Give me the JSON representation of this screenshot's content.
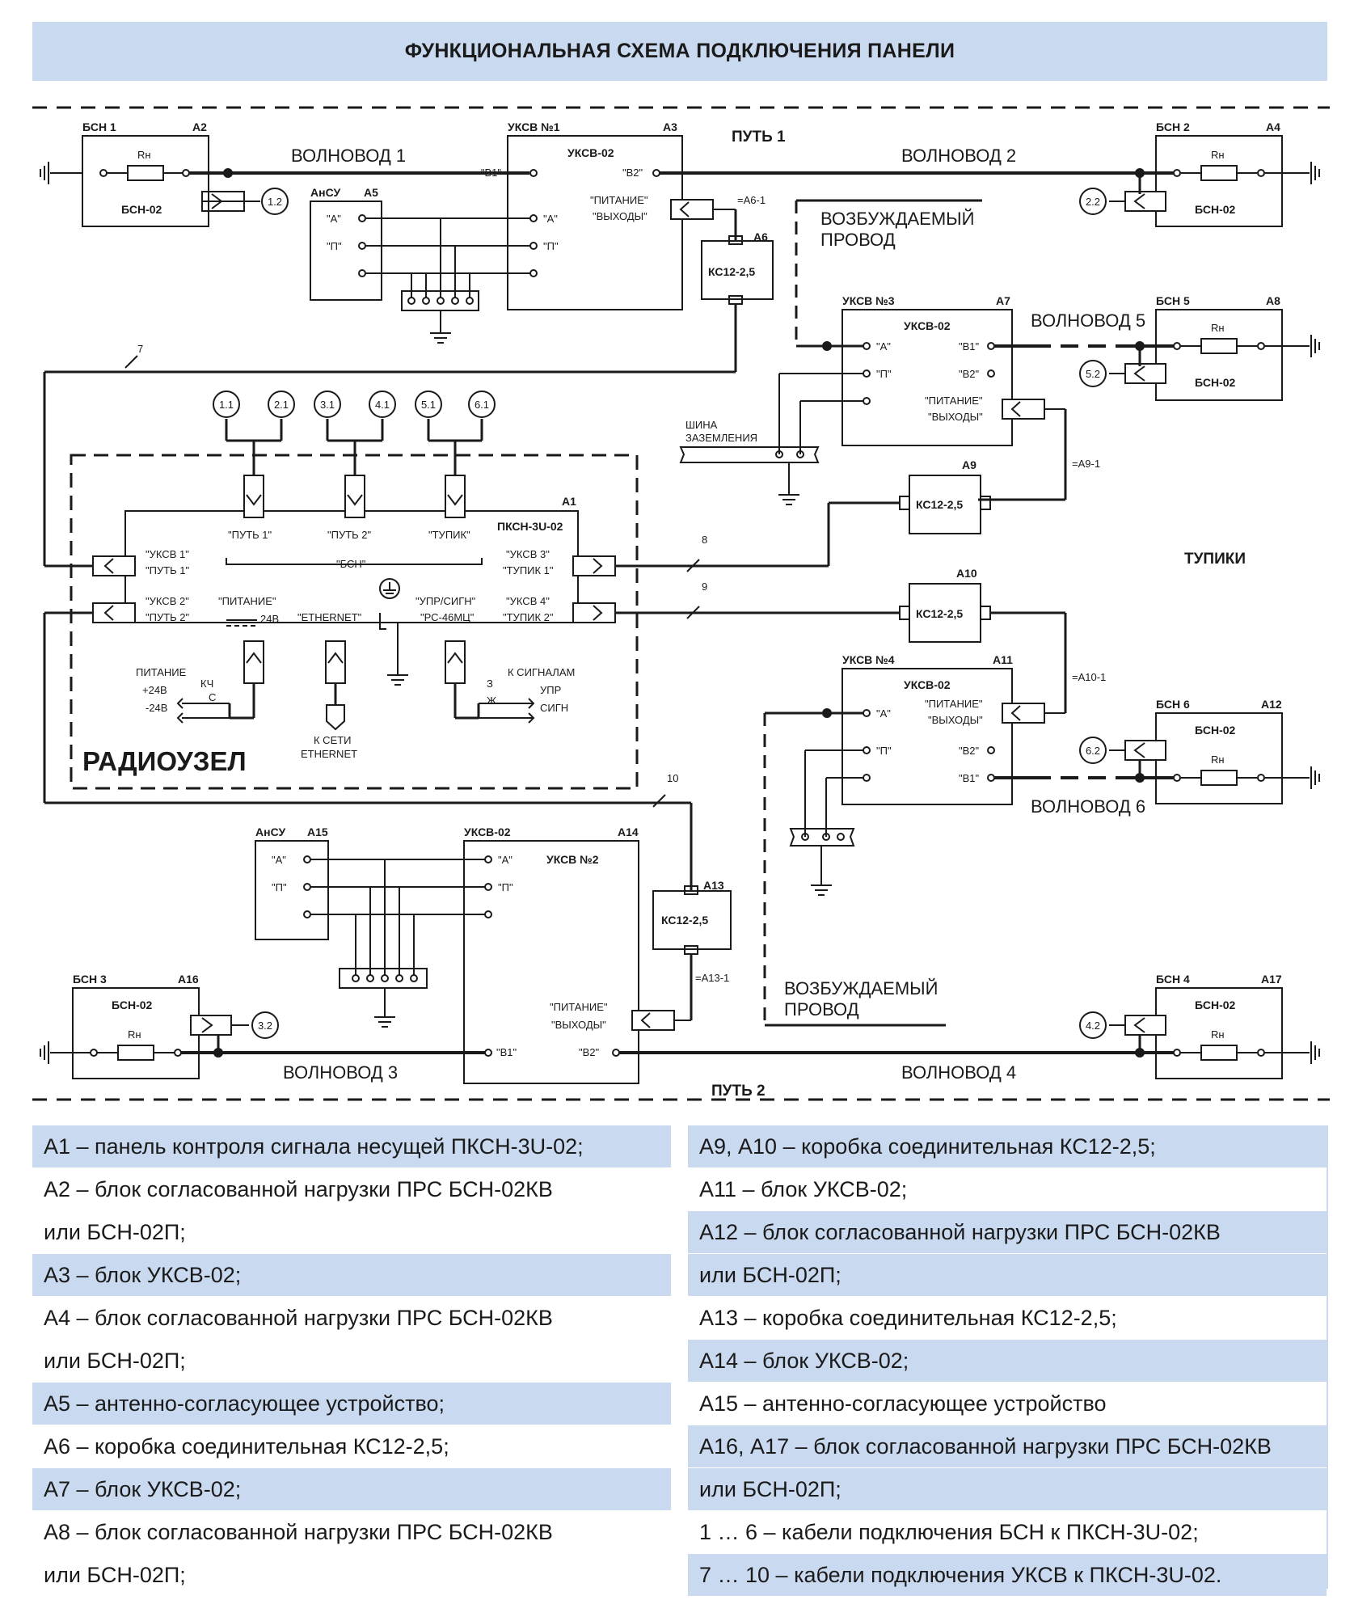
{
  "title": "ФУНКЦИОНАЛЬНАЯ СХЕМА ПОДКЛЮЧЕНИЯ ПАНЕЛИ",
  "labels": {
    "path1": "ПУТЬ 1",
    "path2": "ПУТЬ 2",
    "tupiki": "ТУПИКИ",
    "radiouzel": "РАДИОУЗЕЛ",
    "wg1": "ВОЛНОВОД 1",
    "wg2": "ВОЛНОВОД 2",
    "wg3": "ВОЛНОВОД 3",
    "wg4": "ВОЛНОВОД 4",
    "wg5": "ВОЛНОВОД 5",
    "wg6": "ВОЛНОВОД 6",
    "excited_wire_1a": "ВОЗБУЖДАЕМЫЙ",
    "excited_wire_1b": "ПРОВОД",
    "excited_wire_2a": "ВОЗБУЖДАЕМЫЙ",
    "excited_wire_2b": "ПРОВОД",
    "ground_bus_1": "ШИНА",
    "ground_bus_2": "ЗАЗЕМЛЕНИЯ",
    "power": "ПИТАНИЕ",
    "plus24": "+24В",
    "minus24": "-24В",
    "kch": "КЧ",
    "c": "С",
    "to_ethernet_1": "К СЕТИ",
    "to_ethernet_2": "ETHERNET",
    "to_signals": "К СИГНАЛАМ",
    "z": "З",
    "zh": "Ж",
    "upr": "УПР",
    "sign": "СИГН"
  },
  "blocks": {
    "bsn1": {
      "name": "БСН 1",
      "ref": "А2",
      "type": "БСН-02",
      "rn": "Rн"
    },
    "bsn2": {
      "name": "БСН 2",
      "ref": "А4",
      "type": "БСН-02",
      "rn": "Rн"
    },
    "bsn3": {
      "name": "БСН 3",
      "ref": "А16",
      "type": "БСН-02",
      "rn": "Rн"
    },
    "bsn4": {
      "name": "БСН 4",
      "ref": "А17",
      "type": "БСН-02",
      "rn": "Rн"
    },
    "bsn5": {
      "name": "БСН 5",
      "ref": "А8",
      "type": "БСН-02",
      "rn": "Rн"
    },
    "bsn6": {
      "name": "БСН 6",
      "ref": "А12",
      "type": "БСН-02",
      "rn": "Rн"
    },
    "uksv1": {
      "name": "УКСВ №1",
      "ref": "А3",
      "type": "УКСВ-02",
      "pin_a": "\"А\"",
      "pin_p": "\"П\"",
      "pin_v1": "\"В1\"",
      "pin_v2": "\"В2\"",
      "pwr1": "\"ПИТАНИЕ\"",
      "pwr2": "\"ВЫХОДЫ\"",
      "plug": "=А6-1"
    },
    "uksv2": {
      "name": "УКСВ-02",
      "ref": "А14",
      "type": "УКСВ №2",
      "pin_a": "\"А\"",
      "pin_p": "\"П\"",
      "pin_v1": "\"В1\"",
      "pin_v2": "\"В2\"",
      "pwr1": "\"ПИТАНИЕ\"",
      "pwr2": "\"ВЫХОДЫ\"",
      "plug": "=А13-1"
    },
    "uksv3": {
      "name": "УКСВ №3",
      "ref": "А7",
      "type": "УКСВ-02",
      "pin_a": "\"А\"",
      "pin_p": "\"П\"",
      "pin_v1": "\"В1\"",
      "pin_v2": "\"В2\"",
      "pwr1": "\"ПИТАНИЕ\"",
      "pwr2": "\"ВЫХОДЫ\"",
      "plug": "=А9-1"
    },
    "uksv4": {
      "name": "УКСВ №4",
      "ref": "А11",
      "type": "УКСВ-02",
      "pin_a": "\"А\"",
      "pin_p": "\"П\"",
      "pin_v1": "\"В1\"",
      "pin_v2": "\"В2\"",
      "pwr1": "\"ПИТАНИЕ\"",
      "pwr2": "\"ВЫХОДЫ\"",
      "plug": "=А10-1"
    },
    "ansu1": {
      "name": "АнСУ",
      "ref": "А5",
      "pin_a": "\"А\"",
      "pin_p": "\"П\""
    },
    "ansu2": {
      "name": "АнСУ",
      "ref": "А15",
      "pin_a": "\"А\"",
      "pin_p": "\"П\""
    },
    "ks_a6": {
      "ref": "А6",
      "type": "КС12-2,5"
    },
    "ks_a9": {
      "ref": "А9",
      "type": "КС12-2,5"
    },
    "ks_a10": {
      "ref": "А10",
      "type": "КС12-2,5"
    },
    "ks_a13": {
      "ref": "А13",
      "type": "КС12-2,5"
    },
    "panel": {
      "ref": "А1",
      "type": "ПКСН-3U-02",
      "put1": "\"ПУТЬ 1\"",
      "put2": "\"ПУТЬ 2\"",
      "tupik": "\"ТУПИК\"",
      "bsn": "\"БСН\"",
      "l_uksv1": "\"УКСВ 1\"",
      "l_put1": "\"ПУТЬ 1\"",
      "l_uksv2": "\"УКСВ 2\"",
      "l_put2": "\"ПУТЬ 2\"",
      "r_uksv3": "\"УКСВ 3\"",
      "r_tupik1": "\"ТУПИК 1\"",
      "r_uksv4": "\"УКСВ 4\"",
      "r_tupik2": "\"ТУПИК 2\"",
      "pitanie": "\"ПИТАНИЕ\"",
      "v24": "24В",
      "ethernet": "\"ETHERNET\"",
      "upr_sign": "\"УПР/СИГН\"",
      "rs46": "\"РС-46МЦ\""
    }
  },
  "connectors": [
    "1.1",
    "2.1",
    "3.1",
    "4.1",
    "5.1",
    "6.1",
    "1.2",
    "2.2",
    "3.2",
    "4.2",
    "5.2",
    "6.2"
  ],
  "cables": [
    "7",
    "8",
    "9",
    "10"
  ],
  "legend_left": [
    {
      "lines": [
        "А1 – панель контроля сигнала несущей ПКСН-3U-02;"
      ],
      "shade": "blue"
    },
    {
      "lines": [
        "А2 – блок согласованной нагрузки ПРС БСН-02КВ",
        "или БСН-02П;"
      ],
      "shade": "white"
    },
    {
      "lines": [
        "А3 – блок УКСВ-02;"
      ],
      "shade": "blue"
    },
    {
      "lines": [
        "А4 – блок согласованной нагрузки ПРС БСН-02КВ",
        "или БСН-02П;"
      ],
      "shade": "white"
    },
    {
      "lines": [
        "А5 – антенно-согласующее устройство;"
      ],
      "shade": "blue"
    },
    {
      "lines": [
        "А6 – коробка соединительная КС12-2,5;"
      ],
      "shade": "white"
    },
    {
      "lines": [
        "А7 – блок УКСВ-02;"
      ],
      "shade": "blue"
    },
    {
      "lines": [
        "А8 – блок согласованной нагрузки ПРС БСН-02КВ",
        "или БСН-02П;"
      ],
      "shade": "white"
    }
  ],
  "legend_right": [
    {
      "lines": [
        "А9, А10 – коробка соединительная КС12-2,5;"
      ],
      "shade": "blue"
    },
    {
      "lines": [
        "А11 – блок УКСВ-02;"
      ],
      "shade": "white"
    },
    {
      "lines": [
        "А12 – блок согласованной нагрузки ПРС БСН-02КВ",
        "или БСН-02П;"
      ],
      "shade": "blue"
    },
    {
      "lines": [
        "А13 – коробка соединительная КС12-2,5;"
      ],
      "shade": "white"
    },
    {
      "lines": [
        "А14 – блок УКСВ-02;"
      ],
      "shade": "blue"
    },
    {
      "lines": [
        "А15 – антенно-согласующее устройство"
      ],
      "shade": "white"
    },
    {
      "lines": [
        "А16, А17 – блок согласованной нагрузки ПРС БСН-02КВ",
        "или БСН-02П;"
      ],
      "shade": "blue"
    },
    {
      "lines": [
        "1 … 6 – кабели подключения БСН к ПКСН-3U-02;"
      ],
      "shade": "white"
    },
    {
      "lines": [
        "7 … 10 – кабели подключения УКСВ к ПКСН-3U-02."
      ],
      "shade": "blue"
    }
  ]
}
